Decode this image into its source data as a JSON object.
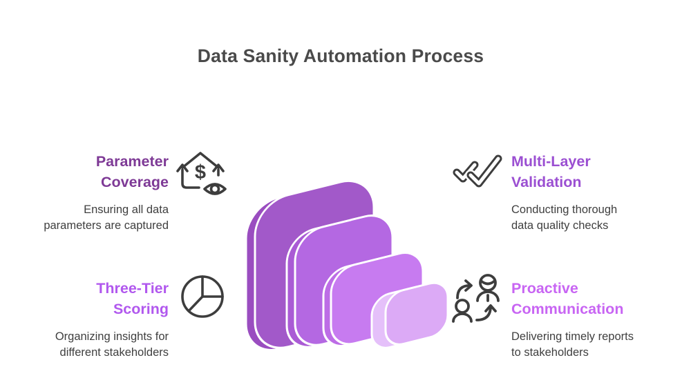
{
  "title": "Data Sanity Automation Process",
  "colors": {
    "title_text": "#4a4a4a",
    "body_text": "#3f3f3f",
    "icon_stroke": "#3d3d3d",
    "background": "#ffffff"
  },
  "sections": [
    {
      "id": "parameter-coverage",
      "icon": "house-dollar-eye-icon",
      "heading_color": "#7e3a96",
      "heading_lines": [
        "Parameter",
        "Coverage"
      ],
      "description_lines": [
        "Ensuring all data",
        "parameters are captured"
      ]
    },
    {
      "id": "multi-layer-validation",
      "icon": "double-check-icon",
      "heading_color": "#9b4fd2",
      "heading_lines": [
        "Multi-Layer",
        "Validation"
      ],
      "description_lines": [
        "Conducting thorough",
        "data quality checks"
      ]
    },
    {
      "id": "three-tier-scoring",
      "icon": "pie-chart-icon",
      "heading_color": "#b158ee",
      "heading_lines": [
        "Three-Tier",
        "Scoring"
      ],
      "description_lines": [
        "Organizing insights for",
        "different stakeholders"
      ]
    },
    {
      "id": "proactive-communication",
      "icon": "people-exchange-icon",
      "heading_color": "#c865f3",
      "heading_lines": [
        "Proactive",
        "Communication"
      ],
      "description_lines": [
        "Delivering timely reports",
        "to stakeholders"
      ]
    }
  ],
  "diagram": {
    "type": "layered-stack",
    "description": "Four 3D rounded squares descending in size, dark purple to light lavender",
    "layers": [
      {
        "name": "layer-1-largest",
        "side": "#9a4dc0",
        "face": "#a259c9"
      },
      {
        "name": "layer-2",
        "side": "#aa5bd5",
        "face": "#b468e2"
      },
      {
        "name": "layer-3",
        "side": "#bd6de6",
        "face": "#c77bf0"
      },
      {
        "name": "layer-4-smallest",
        "side": "#e5c0fa",
        "face": "#dcaaf6"
      }
    ],
    "divider_color": "#ffffff"
  }
}
